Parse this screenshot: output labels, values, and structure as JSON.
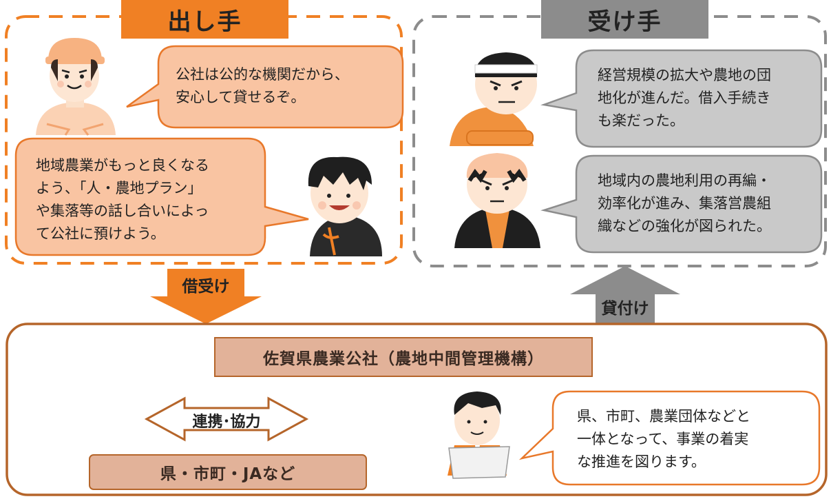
{
  "lender": {
    "title": "出し手",
    "quotes": [
      [
        "公社は公的な機関だから、",
        "安心して貸せるぞ。"
      ],
      [
        "地域農業がもっと良くなる",
        "よう、「人・農地プラン」",
        "や集落等の話し合いによっ",
        "て公社に預けよう。"
      ]
    ]
  },
  "borrower": {
    "title": "受け手",
    "quotes": [
      [
        "経営規模の拡大や農地の団",
        "地化が進んだ。借入手続き",
        "も楽だった。"
      ],
      [
        "地域内の農地利用の再編・",
        "効率化が進み、集落営農組",
        "織などの強化が図られた。"
      ]
    ]
  },
  "arrows": {
    "lend_in": "借受け",
    "lend_out": "貸付け",
    "cooperation": "連携･協力"
  },
  "organization": {
    "name": "佐賀県農業公社（農地中間管理機構）",
    "partners": "県・市町・JAなど",
    "quote": [
      "県、市町、農業団体などと",
      "一体となって、事業の着実",
      "な推進を図ります。"
    ]
  },
  "colors": {
    "orange": "#f08024",
    "light_orange": "#f9c4a2",
    "gray": "#888888",
    "bubble_gray": "#c8c8c8",
    "org_fill": "#e2b299",
    "brown": "#b5652a"
  }
}
